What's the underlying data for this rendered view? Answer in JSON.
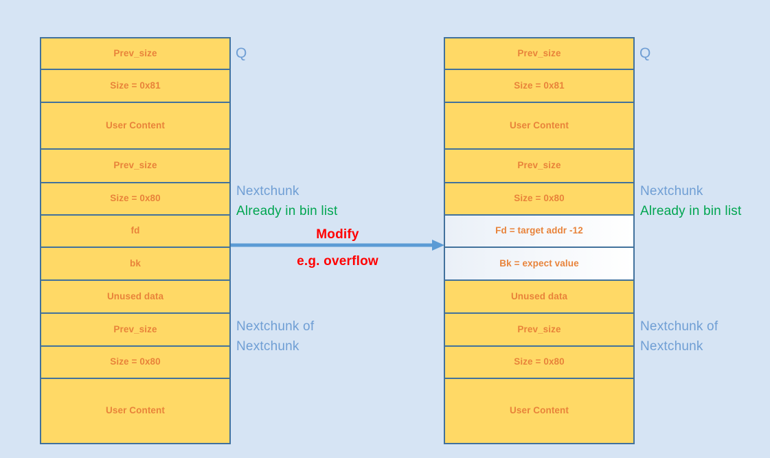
{
  "diagram": {
    "title_colors": {
      "background": "#d6e4f4",
      "chunk_fill": "#ffd966",
      "chunk_border": "#41719c",
      "chunk_text": "#e8833a",
      "annotation_blue": "#6f9ed4",
      "annotation_green": "#00a550",
      "annotation_red": "#ff0000",
      "modified_row_fill": "#ffffff"
    },
    "left_chunk": {
      "name": "before-overflow-heap-layout",
      "q_label": "Q",
      "rows": [
        {
          "label": "Prev_size",
          "modified": false
        },
        {
          "label": "Size = 0x81",
          "modified": false
        },
        {
          "label": "User\nContent",
          "modified": false
        },
        {
          "label": "Prev_size",
          "modified": false
        },
        {
          "label": "Size = 0x80",
          "modified": false
        },
        {
          "label": "fd",
          "modified": false
        },
        {
          "label": "bk",
          "modified": false
        },
        {
          "label": "Unused data",
          "modified": false
        },
        {
          "label": "Prev_size",
          "modified": false
        },
        {
          "label": "Size = 0x80",
          "modified": false
        },
        {
          "label": "User Content",
          "modified": false
        }
      ],
      "annotations": [
        {
          "blue": "Nextchunk",
          "green": "Already in bin list"
        },
        {
          "blue": "Nextchunk of\nNextchunk",
          "green": ""
        }
      ]
    },
    "right_chunk": {
      "name": "after-overflow-heap-layout",
      "q_label": "Q",
      "rows": [
        {
          "label": "Prev_size",
          "modified": false
        },
        {
          "label": "Size = 0x81",
          "modified": false
        },
        {
          "label": "User\nContent",
          "modified": false
        },
        {
          "label": "Prev_size",
          "modified": false
        },
        {
          "label": "Size = 0x80",
          "modified": false
        },
        {
          "label": "Fd = target addr -12",
          "modified": true
        },
        {
          "label": "Bk = expect value",
          "modified": true
        },
        {
          "label": "Unused data",
          "modified": false
        },
        {
          "label": "Prev_size",
          "modified": false
        },
        {
          "label": "Size = 0x80",
          "modified": false
        },
        {
          "label": "User Content",
          "modified": false
        }
      ],
      "annotations": [
        {
          "blue": "Nextchunk",
          "green": "Already in bin list"
        },
        {
          "blue": "Nextchunk of\nNextchunk",
          "green": ""
        }
      ]
    },
    "transition": {
      "arrow_label_top": "Modify",
      "arrow_label_bottom": "e.g. overflow",
      "arrow_direction": "left-to-right"
    }
  }
}
